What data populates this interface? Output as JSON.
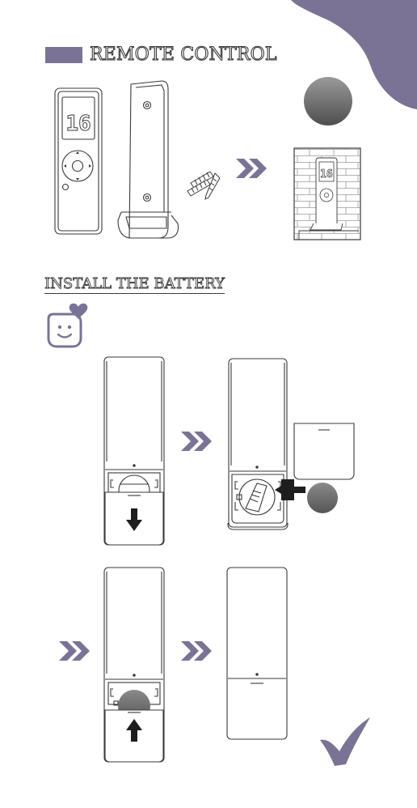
{
  "header": {
    "title": "REMOTE CONTROL",
    "accent_color": "#7b7396"
  },
  "remote": {
    "display_digits": "16"
  },
  "wall_preview": {
    "display_digits": "16"
  },
  "battery_section": {
    "title": "INSTALL THE BATTERY"
  },
  "icons": [
    "smiley-heart-icon",
    "double-chevron-icon",
    "arrow-down-icon",
    "arrow-right-icon",
    "arrow-up-icon",
    "checkmark-icon",
    "screw-icon",
    "wall-plug-icon"
  ],
  "colors": {
    "accent": "#7b7396",
    "line": "#3a3a3a",
    "brick": "#9a9a9a"
  }
}
